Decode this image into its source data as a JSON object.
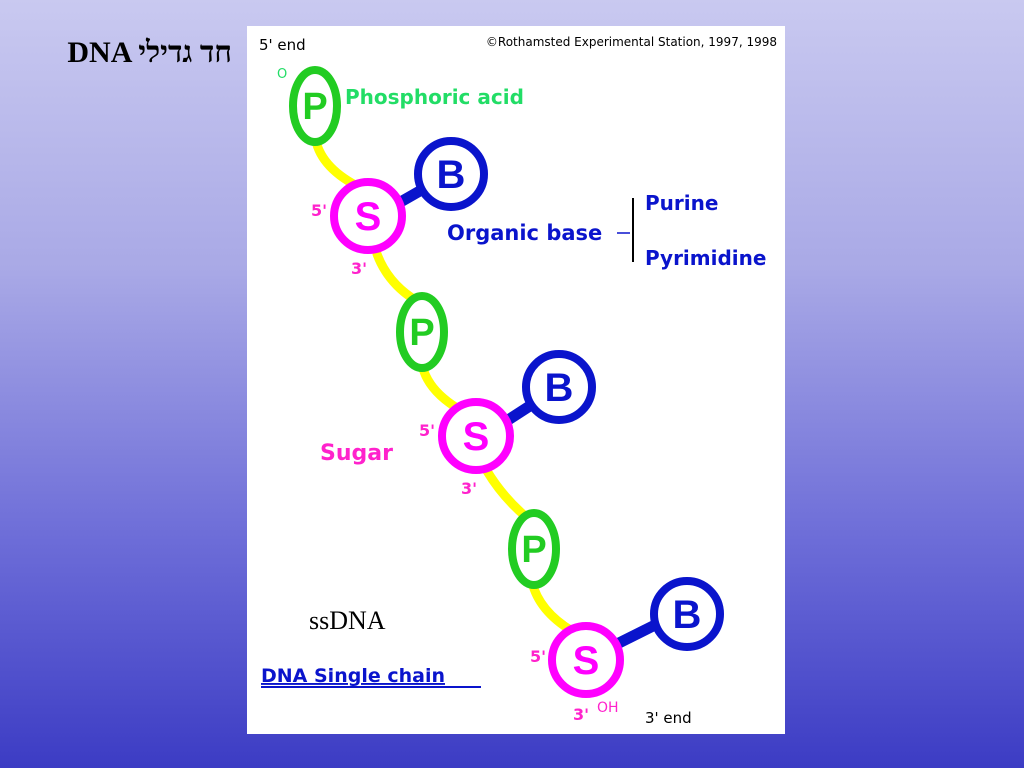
{
  "slide": {
    "title": "DNA  חד גדילי"
  },
  "diagram": {
    "copyright": "©Rothamsted Experimental Station, 1997, 1998",
    "five_prime_end": "5' end",
    "three_prime_end": "3' end",
    "o_label": "O",
    "oh_label": "OH",
    "phosphate_letter": "P",
    "sugar_letter": "S",
    "base_letter": "B",
    "phosphoric_acid": "Phosphoric acid",
    "organic_base": "Organic base",
    "purine": "Purine",
    "pyrimidine": "Pyrimidine",
    "sugar": "Sugar",
    "five_prime": "5'",
    "three_prime": "3'",
    "single_chain": "DNA Single chain",
    "caption": "ssDNA"
  },
  "colors": {
    "phosphate": "#22cc22",
    "sugar": "#ff00ff",
    "base": "#0a14cc",
    "backbone": "#ffff00",
    "label_green": "#22dd66",
    "label_blue": "#0a14cc",
    "label_magenta": "#ff22cc"
  }
}
